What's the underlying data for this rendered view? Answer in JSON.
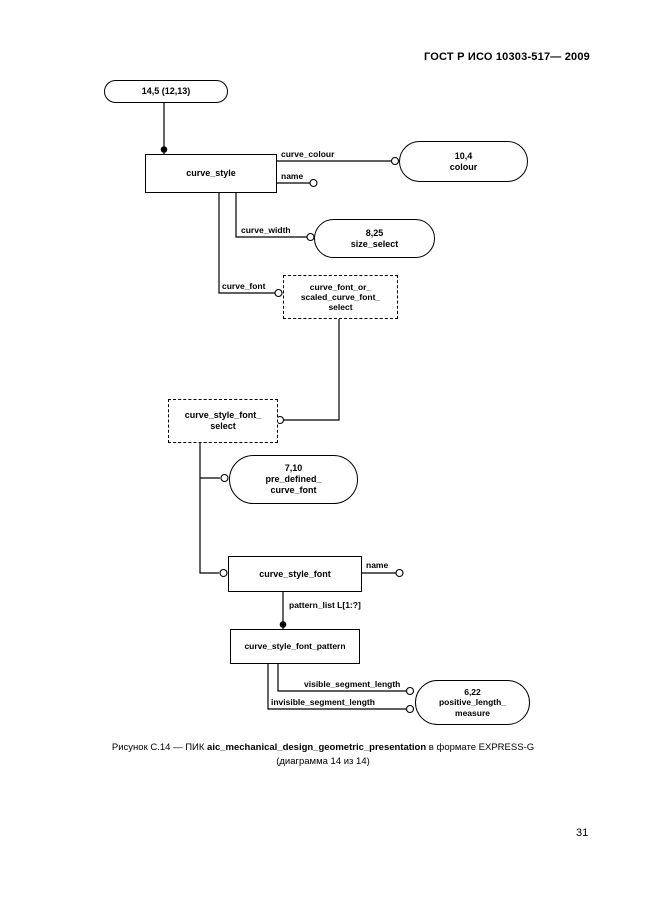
{
  "page": {
    "header": "ГОСТ Р ИСО 10303-517— 2009",
    "page_number": "31",
    "caption": {
      "prefix": "Рисунок С.14 — ПИК ",
      "bold": "aic_mechanical_design_geometric_presentation",
      "suffix": " в формате EXPRESS-G",
      "line2": "(диаграмма 14 из 14)"
    }
  },
  "diagram": {
    "nodes": {
      "page_ref": {
        "label": "14,5 (12,13)"
      },
      "curve_style": {
        "label": "curve_style"
      },
      "colour": {
        "line1": "10,4",
        "line2": "colour"
      },
      "size_select": {
        "line1": "8,25",
        "line2": "size_select"
      },
      "curve_font_or": {
        "line1": "curve_font_or_",
        "line2": "scaled_curve_font_",
        "line3": "select"
      },
      "curve_style_font_select": {
        "line1": "curve_style_font_",
        "line2": "select"
      },
      "pre_defined_curve_font": {
        "line1": "7,10",
        "line2": "pre_defined_",
        "line3": "curve_font"
      },
      "curve_style_font": {
        "label": "curve_style_font"
      },
      "curve_style_font_pattern": {
        "label": "curve_style_font_pattern"
      },
      "positive_length_measure": {
        "line1": "6,22",
        "line2": "positive_length_",
        "line3": "measure"
      }
    },
    "edge_labels": {
      "curve_colour": "curve_colour",
      "name1": "name",
      "curve_width": "curve_width",
      "curve_font": "curve_font",
      "name2": "name",
      "pattern_list": "pattern_list L[1:?]",
      "visible_segment_length": "visible_segment_length",
      "invisible_segment_length": "invisible_segment_length"
    }
  }
}
